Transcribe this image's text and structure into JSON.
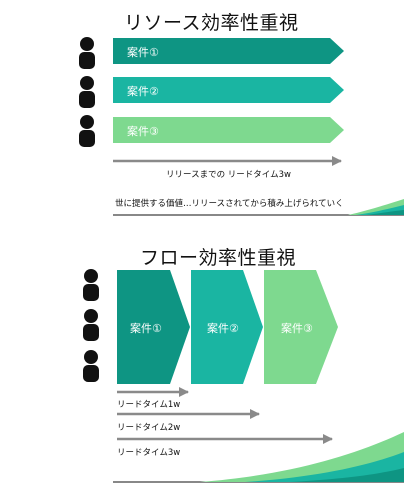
{
  "top": {
    "title": "リソース効率性重視",
    "cases": [
      "案件①",
      "案件②",
      "案件③"
    ],
    "arrow_label": "リリースまでの リードタイム3w",
    "caption": "世に提供する価値…リリースされてから積み上げられていく"
  },
  "bottom": {
    "title": "フロー効率性重視",
    "cases": [
      "案件①",
      "案件②",
      "案件③"
    ],
    "lead_times": [
      "リードタイム1w",
      "リードタイム2w",
      "リードタイム3w"
    ]
  },
  "colors": {
    "dark": "#0e9583",
    "mid": "#1ab5a2",
    "light": "#7ed98f",
    "arrow": "#8a8a8a"
  }
}
